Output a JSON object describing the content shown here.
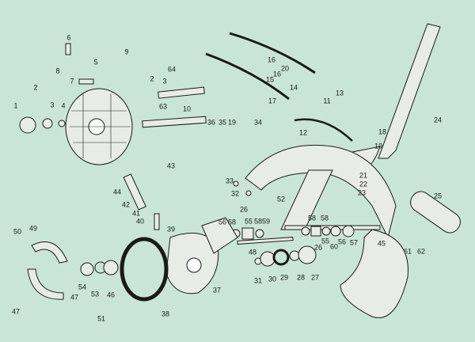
{
  "diagram": {
    "title": "Exploded view – front wheel hub, brake and fork assembly",
    "colors": {
      "background": "#c9e5d7",
      "ink": "#1a1a1a",
      "part_fill": "#e8ece6"
    },
    "labels": [
      "6",
      "5",
      "9",
      "8",
      "7",
      "2",
      "1",
      "3",
      "4",
      "64",
      "2",
      "3",
      "63",
      "10",
      "36",
      "35",
      "19",
      "34",
      "16",
      "20",
      "15",
      "14",
      "17",
      "11",
      "13",
      "18",
      "19",
      "24",
      "12",
      "21",
      "22",
      "23",
      "25",
      "43",
      "33",
      "32",
      "52",
      "44",
      "42",
      "41",
      "40",
      "39",
      "26",
      "56",
      "58",
      "55",
      "58",
      "59",
      "58",
      "58",
      "55",
      "26",
      "60",
      "56",
      "57",
      "45",
      "61",
      "62",
      "48",
      "31",
      "30",
      "29",
      "28",
      "27",
      "50",
      "49",
      "54",
      "53",
      "46",
      "47",
      "47",
      "51",
      "38",
      "37",
      "16"
    ]
  }
}
